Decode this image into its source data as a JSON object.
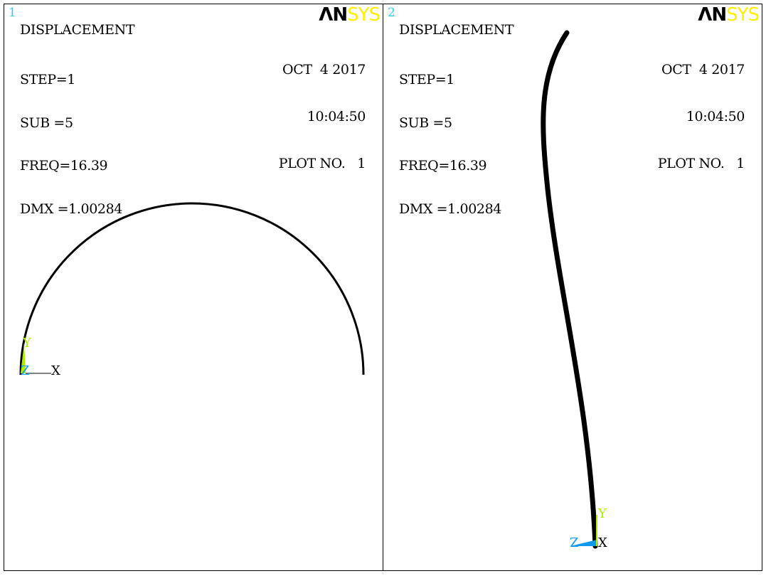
{
  "logo": {
    "part1": "ΛN",
    "part2": "SYS"
  },
  "windows": [
    {
      "number": "1",
      "title": "DISPLACEMENT",
      "info": [
        "STEP=1",
        "SUB =5",
        "FREQ=16.39",
        "DMX =1.00284"
      ],
      "date": "OCT  4 2017",
      "time": "10:04:50",
      "plot": "PLOT NO.   1",
      "triad": {
        "y": "Y",
        "z": "Z",
        "x": "X"
      }
    },
    {
      "number": "2",
      "title": "DISPLACEMENT",
      "info": [
        "STEP=1",
        "SUB =5",
        "FREQ=16.39",
        "DMX =1.00284"
      ],
      "date": "OCT  4 2017",
      "time": "10:04:50",
      "plot": "PLOT NO.   1",
      "triad": {
        "y": "Y",
        "z": "Z",
        "x": "X"
      }
    }
  ],
  "colors": {
    "window_number": "#33ccee",
    "logo_yellow": "#ffee00",
    "triad_y": "#aaee00",
    "triad_z": "#1199ee",
    "shape": "#000000"
  }
}
